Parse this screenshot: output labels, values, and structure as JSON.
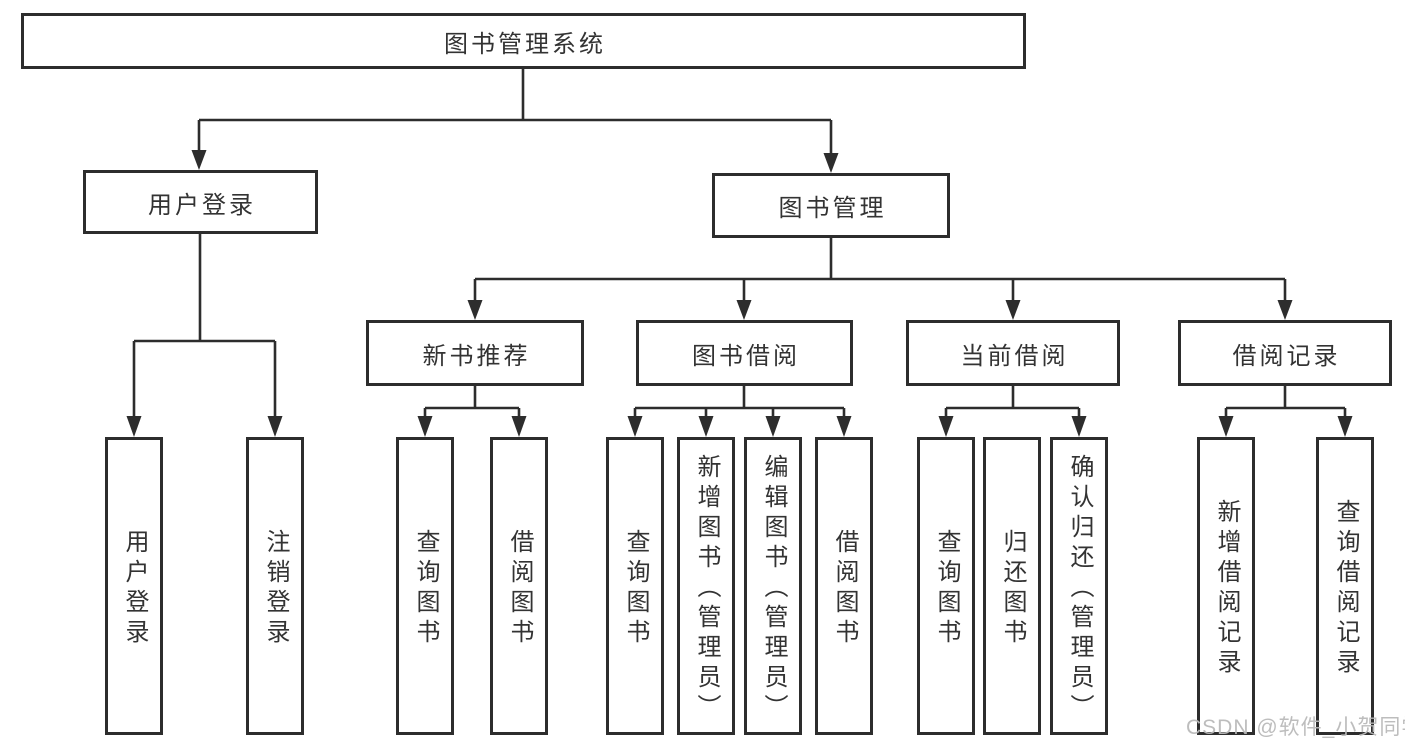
{
  "diagram": {
    "root": {
      "label": "图书管理系统"
    },
    "branches": [
      {
        "label": "用户登录",
        "children": [
          {
            "label": "用户登录"
          },
          {
            "label": "注销登录"
          }
        ]
      },
      {
        "label": "图书管理",
        "children": [
          {
            "label": "新书推荐",
            "children": [
              {
                "label": "查询图书"
              },
              {
                "label": "借阅图书"
              }
            ]
          },
          {
            "label": "图书借阅",
            "children": [
              {
                "label": "查询图书"
              },
              {
                "label": "新增图书（管理员）"
              },
              {
                "label": "编辑图书（管理员）"
              },
              {
                "label": "借阅图书"
              }
            ]
          },
          {
            "label": "当前借阅",
            "children": [
              {
                "label": "查询图书"
              },
              {
                "label": "归还图书"
              },
              {
                "label": "确认归还（管理员）"
              }
            ]
          },
          {
            "label": "借阅记录",
            "children": [
              {
                "label": "新增借阅记录"
              },
              {
                "label": "查询借阅记录"
              }
            ]
          }
        ]
      }
    ]
  },
  "watermark": {
    "text": "CSDN @软件_小贺同学",
    "color": "#b9b9b9"
  },
  "style": {
    "line_color": "#2d2d2d",
    "box_border_color": "#2d2d2d",
    "text_color": "#333333",
    "background_color": "#ffffff"
  }
}
